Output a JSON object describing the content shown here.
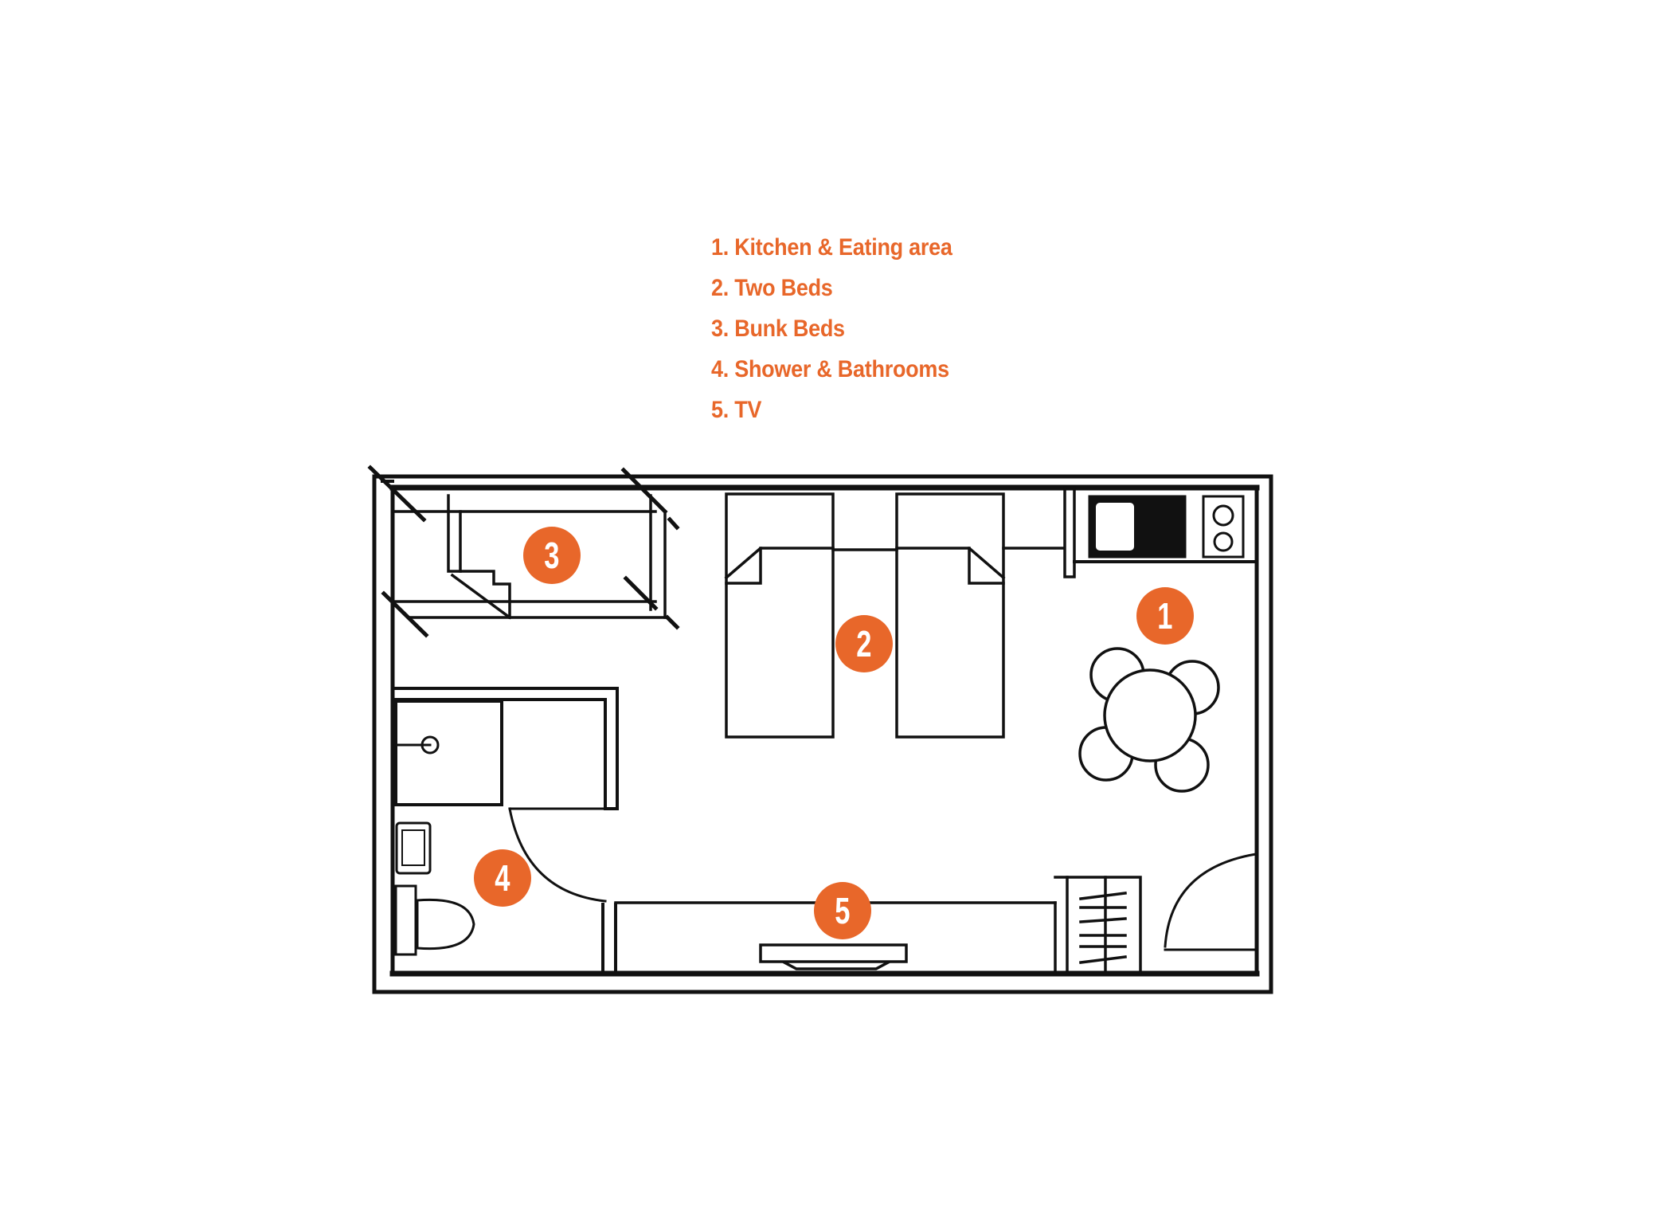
{
  "legend": {
    "items": [
      {
        "number": "1",
        "label": "1. Kitchen & Eating area"
      },
      {
        "number": "2",
        "label": "2. Two Beds"
      },
      {
        "number": "3",
        "label": "3. Bunk Beds"
      },
      {
        "number": "4",
        "label": "4. Shower & Bathrooms"
      },
      {
        "number": "5",
        "label": "5. TV"
      }
    ]
  },
  "badges": [
    {
      "number": "1",
      "area": "Kitchen & Eating area"
    },
    {
      "number": "2",
      "area": "Two Beds"
    },
    {
      "number": "3",
      "area": "Bunk Beds"
    },
    {
      "number": "4",
      "area": "Shower & Bathrooms"
    },
    {
      "number": "5",
      "area": "TV"
    }
  ],
  "colors": {
    "accent": "#e8672a",
    "line": "#111111",
    "background": "#ffffff"
  }
}
